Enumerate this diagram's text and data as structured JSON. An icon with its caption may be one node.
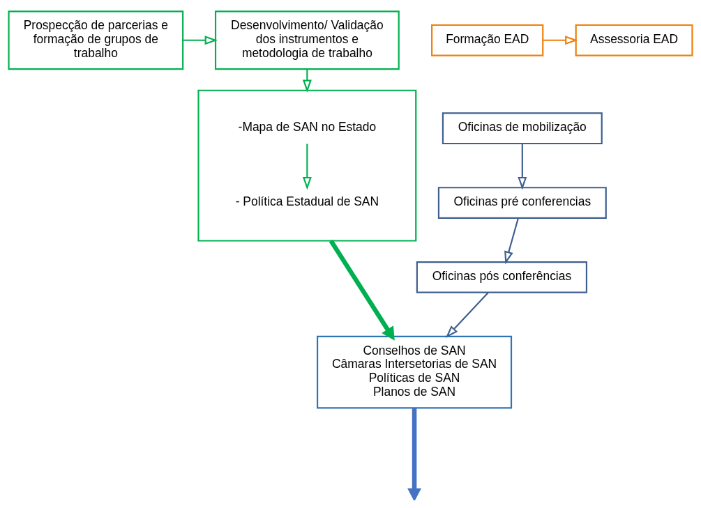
{
  "diagram": {
    "nodes": [
      {
        "text": [
          "Prospecção de parcerias e formação de grupos de trabalho"
        ]
      },
      {
        "text": [
          "Desenvolvimento/ Validação dos instrumentos e metodologia de trabalho"
        ]
      },
      {
        "text": [],
        "shape": "box"
      },
      {
        "text": [
          "-Mapa de SAN no Estado"
        ],
        "in": 2
      },
      {
        "text": [
          "- Política Estadual de SAN"
        ],
        "in": 2
      },
      {
        "text": [
          "Oficinas de mobilização"
        ]
      },
      {
        "text": [
          "Oficinas pré conferencias"
        ]
      },
      {
        "text": [
          "Oficinas pós conferências"
        ]
      },
      {
        "text": [
          "Conselhos de SAN",
          "Câmaras Intersetorias de SAN",
          "Políticas de SAN",
          "Planos de SAN"
        ]
      },
      {
        "text": [
          "Formação EAD"
        ]
      },
      {
        "text": [
          "Assessoria EAD"
        ]
      }
    ],
    "edges": [
      {
        "from": 0,
        "to": 1,
        "arrow": "to",
        "color": "#00b050"
      },
      {
        "from": 1,
        "to": 2,
        "arrow": "to",
        "color": "#00b050"
      },
      {
        "from": 3,
        "to": 4,
        "arrow": "to",
        "color": "#00b050"
      },
      {
        "from": 5,
        "to": 6,
        "arrow": "to",
        "color": "#3f5f8f"
      },
      {
        "from": 6,
        "to": 7,
        "arrow": "to",
        "color": "#3f5f8f"
      },
      {
        "from": 7,
        "to": 8,
        "arrow": "to",
        "color": "#3f5f8f"
      },
      {
        "from": 9,
        "to": 10,
        "arrow": "to",
        "color": "#f07f09"
      },
      {
        "from": 8,
        "to": null,
        "arrow": "to",
        "style": "thick",
        "color": "#4472c4"
      },
      {
        "from": 2,
        "to": 8,
        "arrow": "to",
        "style": "thick",
        "color": "#00b050"
      }
    ]
  }
}
